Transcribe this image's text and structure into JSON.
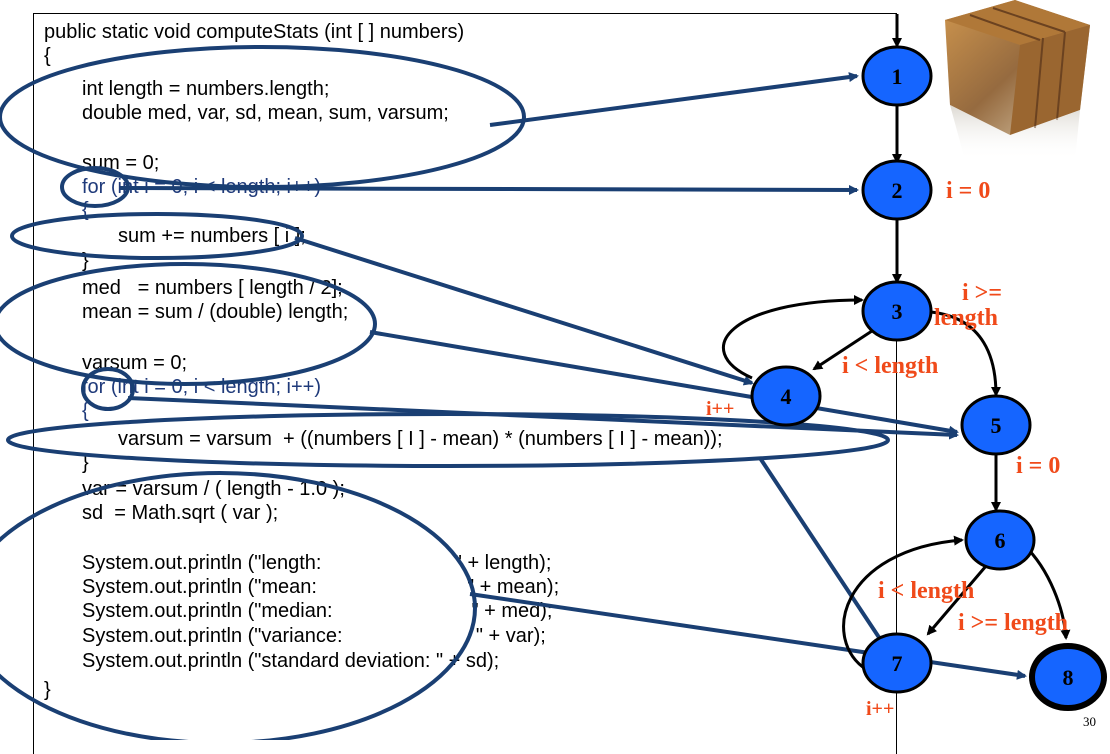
{
  "code_lines": [
    "public static void computeStats (int [ ] numbers)",
    "{",
    "int length = numbers.length;",
    "double med, var, sd, mean, sum, varsum;",
    "sum = 0;",
    "for (int i = 0; i < length; i++)",
    "{",
    "sum += numbers [ i ];",
    "}",
    "med   = numbers [ length / 2];",
    "mean = sum / (double) length;",
    "varsum = 0;",
    "for (int i = 0; i < length; i++)",
    "{",
    "varsum = varsum  + ((numbers [ I ] - mean) * (numbers [ I ] - mean));",
    "}",
    "var = varsum / ( length - 1.0 );",
    "sd  = Math.sqrt ( var );",
    "System.out.println (\"length:                        \" + length);",
    "System.out.println (\"mean:                           \" + mean);",
    "System.out.println (\"median:                         \" + med);",
    "System.out.println (\"variance:                        \" + var);",
    "System.out.println (\"standard deviation: \" + sd);",
    "}"
  ],
  "nodes": [
    {
      "id": "1",
      "label": "1"
    },
    {
      "id": "2",
      "label": "2"
    },
    {
      "id": "3",
      "label": "3"
    },
    {
      "id": "4",
      "label": "4"
    },
    {
      "id": "5",
      "label": "5"
    },
    {
      "id": "6",
      "label": "6"
    },
    {
      "id": "7",
      "label": "7"
    },
    {
      "id": "8",
      "label": "8"
    }
  ],
  "edge_labels": {
    "e2": "i = 0",
    "e3a": "i >=",
    "e3b": "length",
    "e34": "i < length",
    "e4": "i++",
    "e5": "i = 0",
    "e67": "i < length",
    "e68": "i >= length",
    "e7": "i++"
  },
  "page_number": "30",
  "colors": {
    "node_fill": "#1565ff",
    "annotation": "#1a3f73",
    "edge_label": "#f04a1a",
    "code_blue": "#1f3a7a"
  },
  "icons": {
    "decor": "rubiks-cube-icon"
  }
}
